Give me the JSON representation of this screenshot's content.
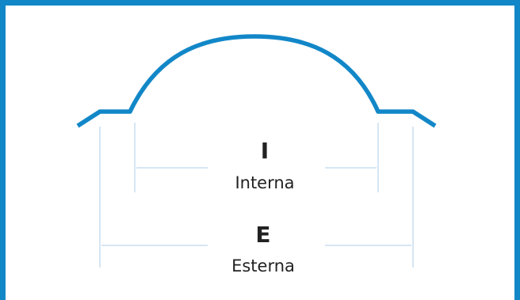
{
  "diagram": {
    "profile_color": "#1287c8",
    "guide_color": "#c9def0",
    "frame_color": "#1287c8",
    "internal": {
      "letter": "I",
      "label": "Interna"
    },
    "external": {
      "letter": "E",
      "label": "Esterna"
    }
  }
}
